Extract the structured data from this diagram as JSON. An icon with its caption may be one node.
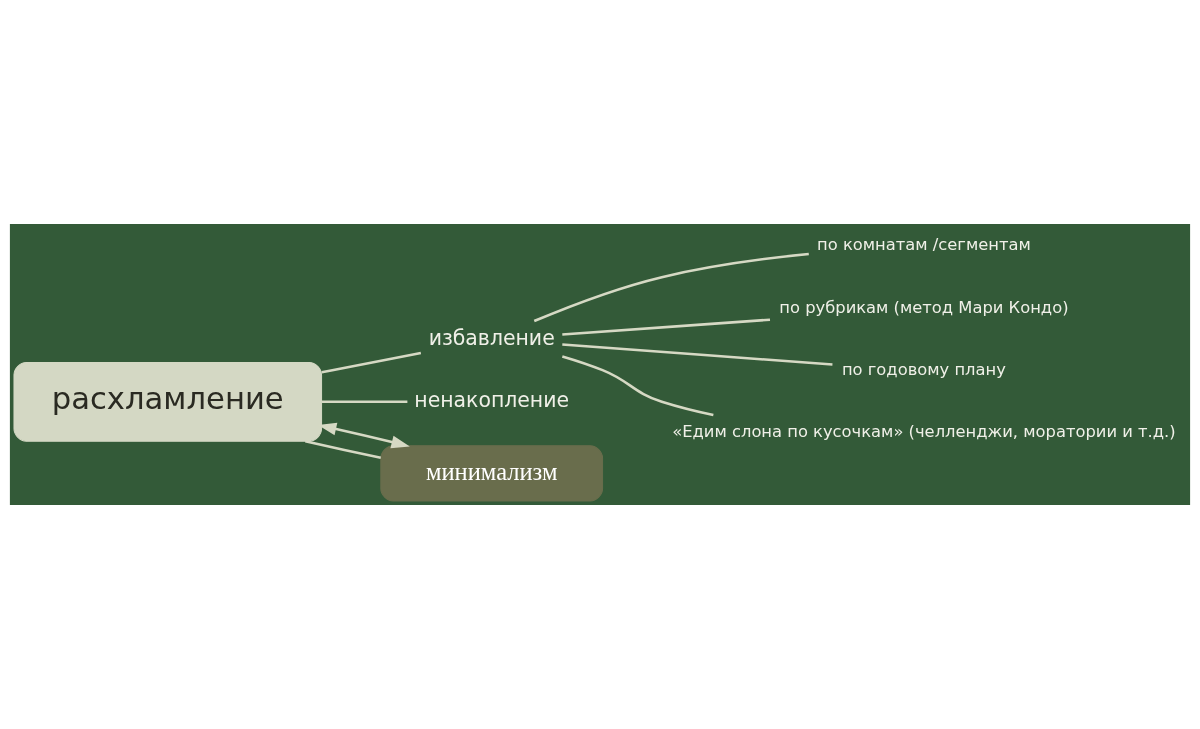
{
  "diagram": {
    "nodes": [
      {
        "text": [
          "расхламление"
        ]
      },
      {
        "text": [
          "избавление"
        ]
      },
      {
        "text": [
          "ненакопление"
        ]
      },
      {
        "text": [
          "минимализм"
        ]
      },
      {
        "text": [
          "по комнатам /сегментам"
        ]
      },
      {
        "text": [
          "по рубрикам (метод Мари Кондо)"
        ]
      },
      {
        "text": [
          "по годовому плану"
        ]
      },
      {
        "text": [
          "«Едим слона по кусочкам» (челленджи, моратории и т.д.)"
        ]
      }
    ],
    "edges": [
      {
        "from": 0,
        "to": 1,
        "arrow": "none"
      },
      {
        "from": 0,
        "to": 2,
        "arrow": "none"
      },
      {
        "from": 0,
        "to": 3,
        "arrow": "none"
      },
      {
        "from": 1,
        "to": 4,
        "arrow": "none"
      },
      {
        "from": 1,
        "to": 5,
        "arrow": "none"
      },
      {
        "from": 1,
        "to": 6,
        "arrow": "none"
      },
      {
        "from": 1,
        "to": 7,
        "arrow": "none"
      },
      {
        "from": 3,
        "to": 0,
        "arrow": "both"
      }
    ]
  }
}
